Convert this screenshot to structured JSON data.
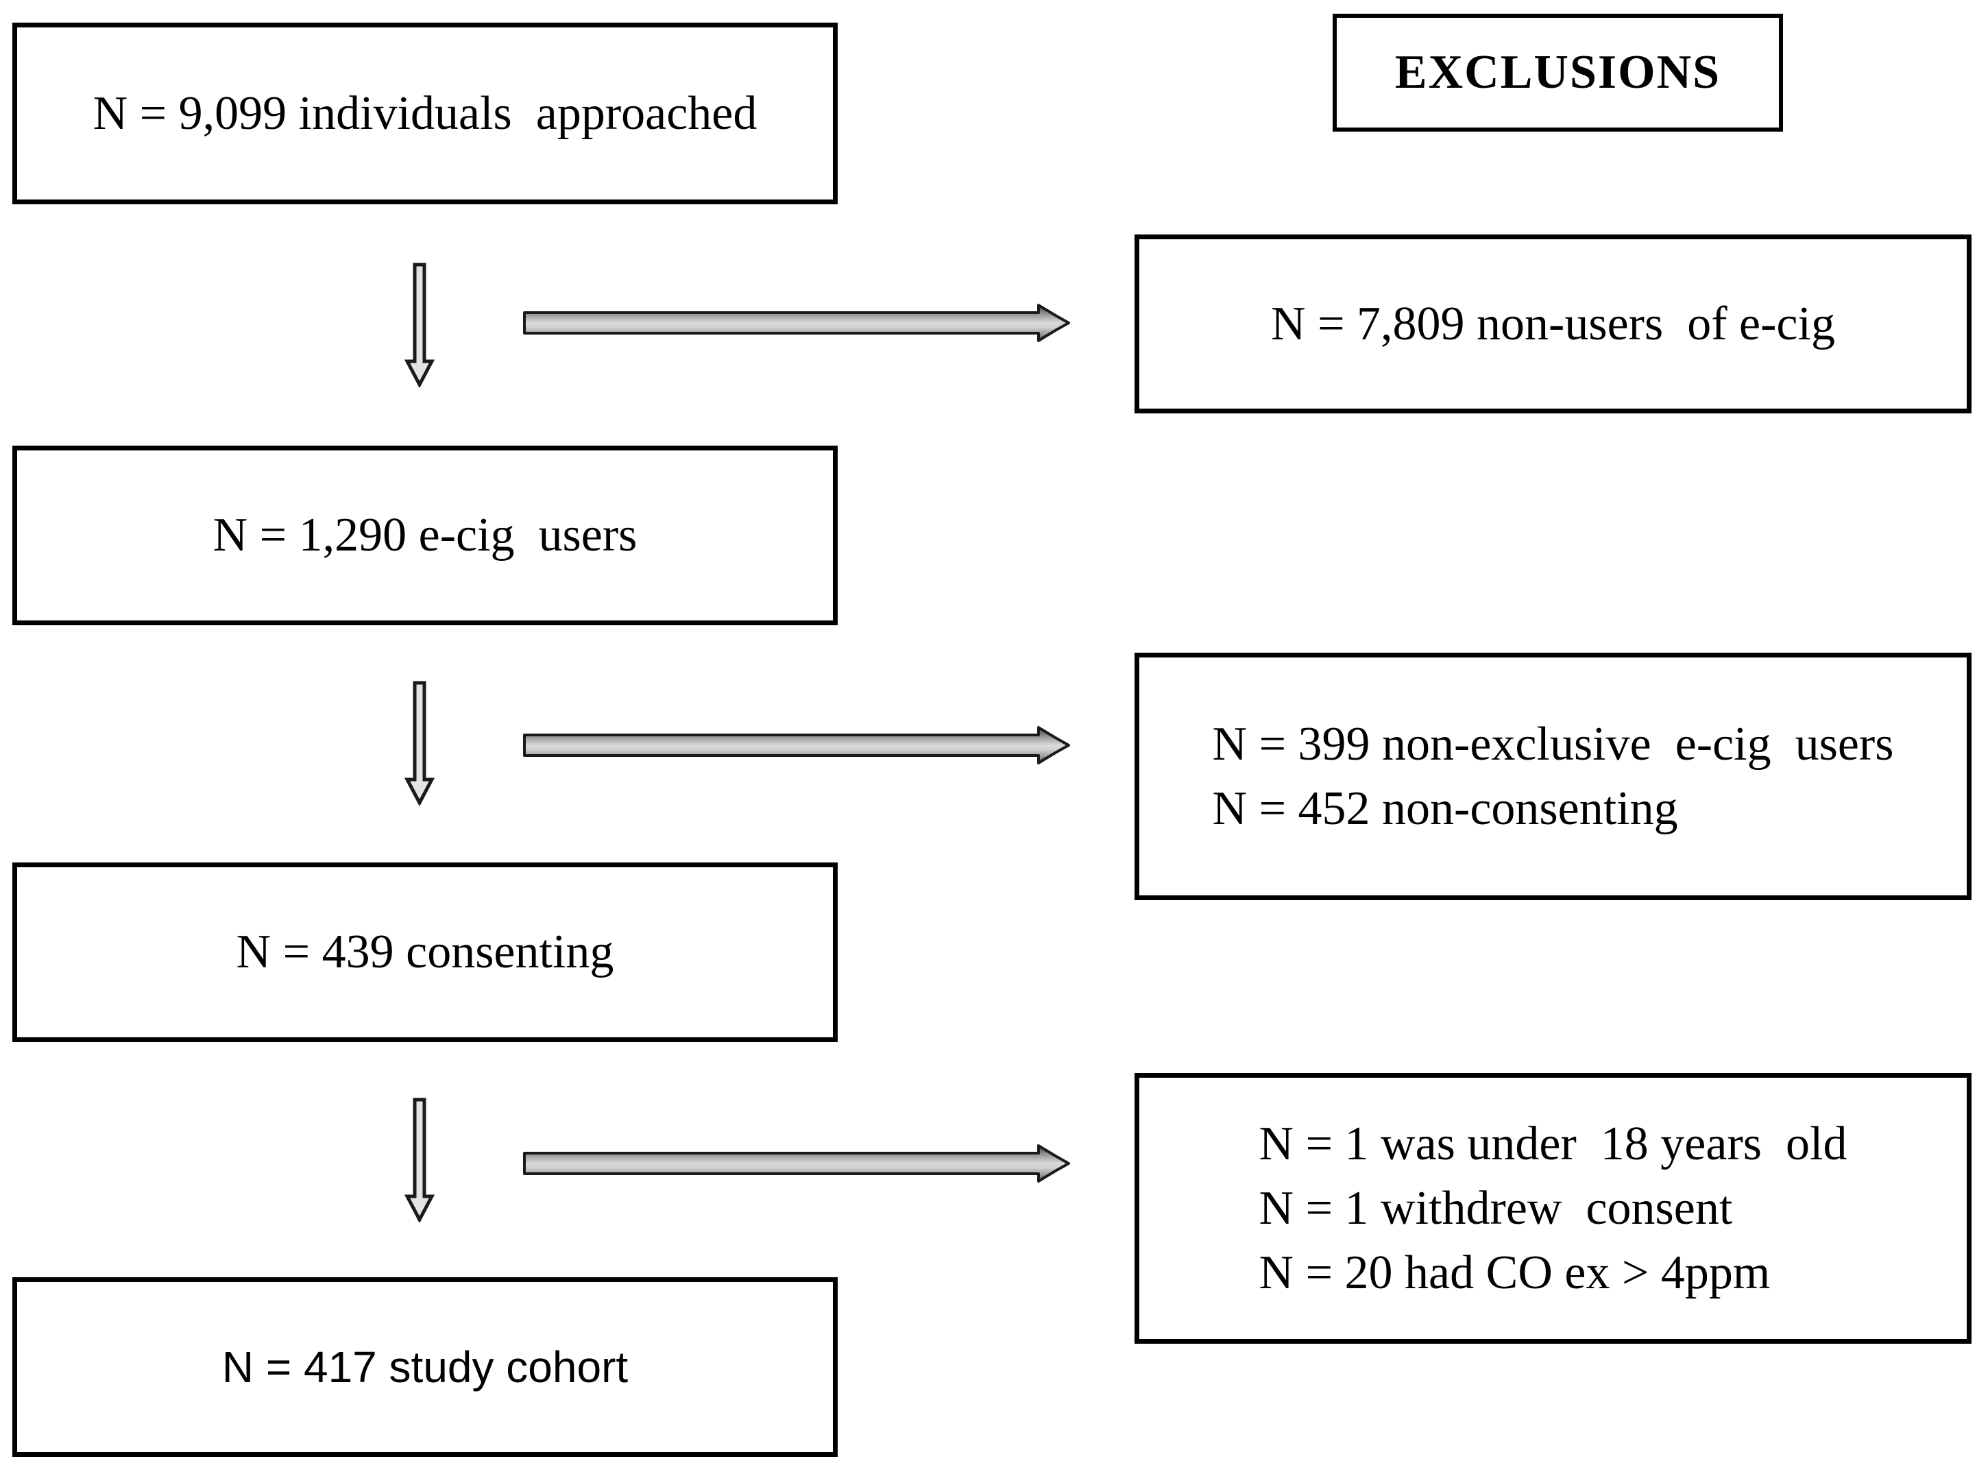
{
  "left_boxes": [
    {
      "label": "N = 9,099 individuals  approached"
    },
    {
      "label": "N = 1,290 e-cig  users"
    },
    {
      "label": "N = 439 consenting"
    },
    {
      "label": "N = 417 study cohort"
    }
  ],
  "exclusions": {
    "header": "EXCLUSIONS",
    "boxes": [
      {
        "lines": [
          "N = 7,809 non-users  of e-cig"
        ]
      },
      {
        "lines": [
          "N = 399 non-exclusive  e-cig  users",
          "N = 452 non-consenting"
        ]
      },
      {
        "lines": [
          "N = 1 was under  18 years  old",
          "N = 1 withdrew  consent",
          "N = 20 had CO ex > 4ppm"
        ]
      }
    ]
  },
  "icons": {
    "down_arrow": "down-arrow",
    "right_arrow": "right-arrow"
  },
  "colors": {
    "background": "#ffffff",
    "box_border": "#000000",
    "text": "#000000",
    "down_arrow_fill": "#e3e3e3",
    "right_arrow_fill_light": "#dadada",
    "right_arrow_fill_dark": "#464646",
    "arrow_outline": "#1a1a1a"
  }
}
